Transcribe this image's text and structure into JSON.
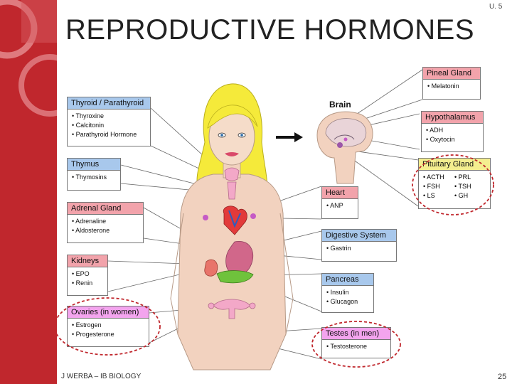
{
  "slide": {
    "code": "U. 5",
    "title": "REPRODUCTIVE HORMONES",
    "footer_left": "J WERBA – IB BIOLOGY",
    "page_number": "25"
  },
  "diagram": {
    "brain_label": "Brain",
    "left_boxes": [
      {
        "title": "Thyroid / Parathyroid",
        "items": [
          "Thyroxine",
          "Calcitonin",
          "Parathyroid Hormone"
        ]
      },
      {
        "title": "Thymus",
        "items": [
          "Thymosins"
        ]
      },
      {
        "title": "Adrenal Gland",
        "items": [
          "Adrenaline",
          "Aldosterone"
        ]
      },
      {
        "title": "Kidneys",
        "items": [
          "EPO",
          "Renin"
        ]
      },
      {
        "title": "Ovaries (in women)",
        "items": [
          "Estrogen",
          "Progesterone"
        ]
      }
    ],
    "right_boxes": [
      {
        "title": "Pineal Gland",
        "items": [
          "Melatonin"
        ]
      },
      {
        "title": "Hypothalamus",
        "items": [
          "ADH",
          "Oxytocin"
        ]
      },
      {
        "title": "Pituitary Gland",
        "items": [
          "ACTH",
          "PRL",
          "FSH",
          "TSH",
          "LS",
          "GH"
        ]
      },
      {
        "title": "Heart",
        "items": [
          "ANP"
        ]
      },
      {
        "title": "Digestive System",
        "items": [
          "Gastrin"
        ]
      },
      {
        "title": "Pancreas",
        "items": [
          "Insulin",
          "Glucagon"
        ]
      },
      {
        "title": "Testes (in men)",
        "items": [
          "Testosterone"
        ]
      }
    ]
  },
  "colors": {
    "sidebar": "#c0272d",
    "header_blue": "#a8c8ec",
    "header_yellow": "#f4ee8f",
    "header_red": "#f2a3ab",
    "header_magenta": "#f3a4ee",
    "highlight_circle": "#c0272d",
    "hair": "#f5ea3a",
    "skin": "#f2d2bf"
  }
}
